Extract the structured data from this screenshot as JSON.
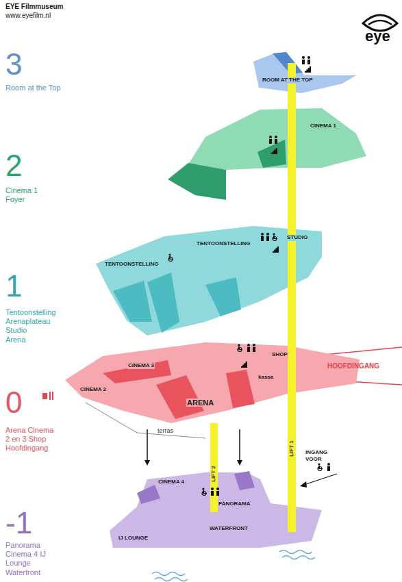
{
  "diagram": {
    "title": "EYE Filmmuseum",
    "nodes": [
      {
        "text": [
          "ROOM AT THE TOP"
        ]
      },
      {
        "text": [
          "CINEMA 1"
        ]
      },
      {
        "text": [
          "TENTOONSTELLING",
          "TENTOONSTELLING",
          "STUDIO"
        ]
      },
      {
        "text": [
          "CINEMA 3",
          "CINEMA 2",
          "ARENA",
          "kassa",
          "SHOP"
        ]
      },
      {
        "text": [
          "CINEMA 4",
          "PANORAMA",
          "IJ LOUNGE",
          "WATERFRONT"
        ]
      },
      {
        "text": [
          "LIFT 2"
        ]
      },
      {
        "text": [
          "LIFT 1"
        ]
      }
    ],
    "edges": [
      {
        "from": 3,
        "to": 4,
        "arrow": "to"
      },
      {
        "from": 3,
        "to": 4,
        "arrow": "to"
      }
    ],
    "labels": [
      "www.eyefilm.nl",
      "eye",
      "3",
      "Room at the Top",
      "2",
      "Cinema 1 Foyer",
      "1",
      "Tentoonstelling Arenaplateau Studio Arena",
      "0",
      "Arena Cinema 2 en 3 Shop Hoofdingang",
      "-1",
      "Panorama Cinema 4 IJ Lounge Waterfront",
      "HOOFDINGANG",
      "terras",
      "INGANG VOOR"
    ]
  }
}
